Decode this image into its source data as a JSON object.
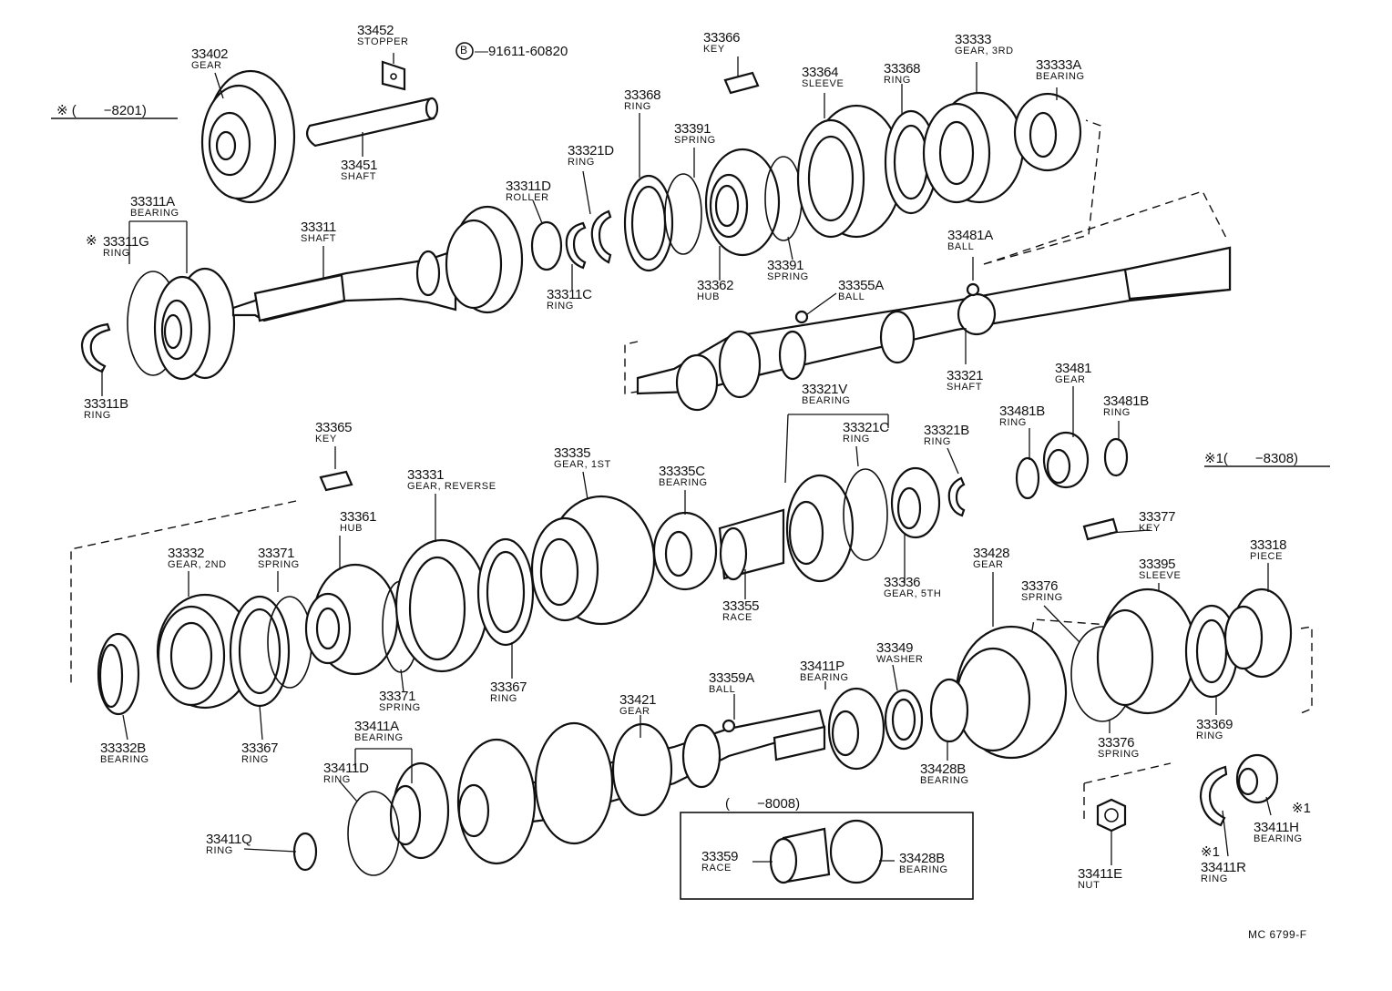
{
  "diagram_code": "MC 6799-F",
  "bolt_note": "—91611-60820",
  "bolt_symbol": "B",
  "notes": {
    "n1": "※ (　　−8201)",
    "n2": "※1(　　−8308)",
    "n3": "(　　−8008)",
    "m1": "※1",
    "m2": "※1",
    "m3": "※"
  },
  "parts": {
    "p33402": {
      "num": "33402",
      "name": "GEAR"
    },
    "p33452": {
      "num": "33452",
      "name": "STOPPER"
    },
    "p33451": {
      "num": "33451",
      "name": "SHAFT"
    },
    "p33366": {
      "num": "33366",
      "name": "KEY"
    },
    "p33333": {
      "num": "33333",
      "name": "GEAR, 3RD"
    },
    "p33333A": {
      "num": "33333A",
      "name": "BEARING"
    },
    "p33364": {
      "num": "33364",
      "name": "SLEEVE"
    },
    "p33368a": {
      "num": "33368",
      "name": "RING"
    },
    "p33368b": {
      "num": "33368",
      "name": "RING"
    },
    "p33391a": {
      "num": "33391",
      "name": "SPRING"
    },
    "p33391b": {
      "num": "33391",
      "name": "SPRING"
    },
    "p33321D": {
      "num": "33321D",
      "name": "RING"
    },
    "p33311D": {
      "num": "33311D",
      "name": "ROLLER"
    },
    "p33311A": {
      "num": "33311A",
      "name": "BEARING"
    },
    "p33311G": {
      "num": "33311G",
      "name": "RING"
    },
    "p33311": {
      "num": "33311",
      "name": "SHAFT"
    },
    "p33311C": {
      "num": "33311C",
      "name": "RING"
    },
    "p33362": {
      "num": "33362",
      "name": "HUB"
    },
    "p33481A": {
      "num": "33481A",
      "name": "BALL"
    },
    "p33355A": {
      "num": "33355A",
      "name": "BALL"
    },
    "p33311B": {
      "num": "33311B",
      "name": "RING"
    },
    "p33321": {
      "num": "33321",
      "name": "SHAFT"
    },
    "p33481": {
      "num": "33481",
      "name": "GEAR"
    },
    "p33481Ba": {
      "num": "33481B",
      "name": "RING"
    },
    "p33481Bb": {
      "num": "33481B",
      "name": "RING"
    },
    "p33321V": {
      "num": "33321V",
      "name": "BEARING"
    },
    "p33321C": {
      "num": "33321C",
      "name": "RING"
    },
    "p33321B": {
      "num": "33321B",
      "name": "RING"
    },
    "p33365": {
      "num": "33365",
      "name": "KEY"
    },
    "p33335": {
      "num": "33335",
      "name": "GEAR, 1ST"
    },
    "p33331": {
      "num": "33331",
      "name": "GEAR, REVERSE"
    },
    "p33335C": {
      "num": "33335C",
      "name": "BEARING"
    },
    "p33361": {
      "num": "33361",
      "name": "HUB"
    },
    "p33332": {
      "num": "33332",
      "name": "GEAR, 2ND"
    },
    "p33371a": {
      "num": "33371",
      "name": "SPRING"
    },
    "p33371b": {
      "num": "33371",
      "name": "SPRING"
    },
    "p33377": {
      "num": "33377",
      "name": "KEY"
    },
    "p33318": {
      "num": "33318",
      "name": "PIECE"
    },
    "p33336": {
      "num": "33336",
      "name": "GEAR, 5TH"
    },
    "p33355": {
      "num": "33355",
      "name": "RACE"
    },
    "p33428": {
      "num": "33428",
      "name": "GEAR"
    },
    "p33376a": {
      "num": "33376",
      "name": "SPRING"
    },
    "p33376b": {
      "num": "33376",
      "name": "SPRING"
    },
    "p33395": {
      "num": "33395",
      "name": "SLEEVE"
    },
    "p33349": {
      "num": "33349",
      "name": "WASHER"
    },
    "p33411P": {
      "num": "33411P",
      "name": "BEARING"
    },
    "p33359A": {
      "num": "33359A",
      "name": "BALL"
    },
    "p33421": {
      "num": "33421",
      "name": "GEAR"
    },
    "p33367a": {
      "num": "33367",
      "name": "RING"
    },
    "p33367b": {
      "num": "33367",
      "name": "RING"
    },
    "p33332B": {
      "num": "33332B",
      "name": "BEARING"
    },
    "p33411A": {
      "num": "33411A",
      "name": "BEARING"
    },
    "p33411D": {
      "num": "33411D",
      "name": "RING"
    },
    "p33411Q": {
      "num": "33411Q",
      "name": "RING"
    },
    "p33428Ba": {
      "num": "33428B",
      "name": "BEARING"
    },
    "p33428Bb": {
      "num": "33428B",
      "name": "BEARING"
    },
    "p33359": {
      "num": "33359",
      "name": "RACE"
    },
    "p33369": {
      "num": "33369",
      "name": "RING"
    },
    "p33411H": {
      "num": "33411H",
      "name": "BEARING"
    },
    "p33411E": {
      "num": "33411E",
      "name": "NUT"
    },
    "p33411R": {
      "num": "33411R",
      "name": "RING"
    }
  }
}
